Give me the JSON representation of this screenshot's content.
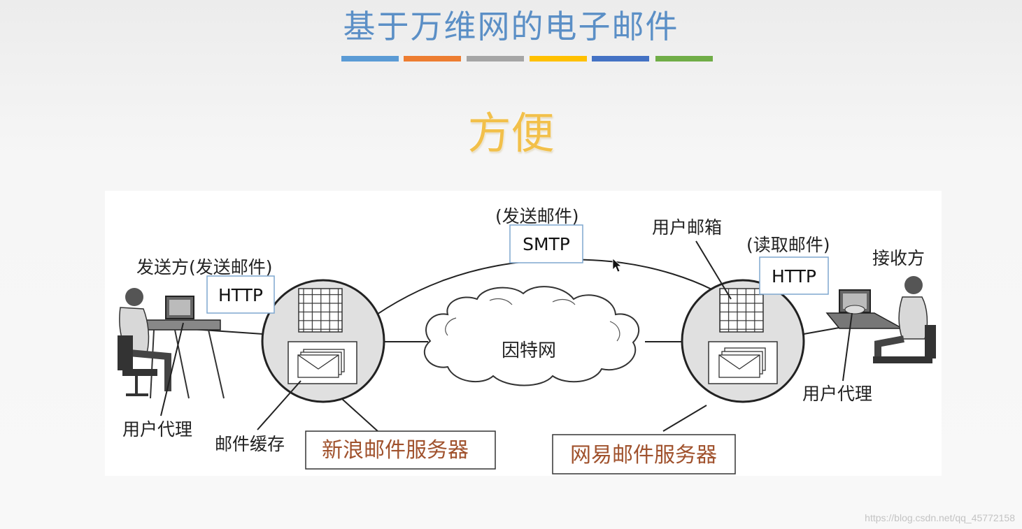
{
  "slide": {
    "title": "基于万维网的电子邮件",
    "subtitle": "方便",
    "watermark": "https://blog.csdn.net/qq_45772158",
    "bar_colors": [
      "#5b9bd5",
      "#ed7d31",
      "#a5a5a5",
      "#ffc000",
      "#4472c4",
      "#70ad47"
    ]
  },
  "diagram": {
    "sender_label": "发送方(发送邮件)",
    "sender_protocol": "HTTP",
    "sender_agent_label": "用户代理",
    "mail_cache_label": "邮件缓存",
    "sender_server_label": "新浪邮件服务器",
    "internet_label": "因特网",
    "transfer_label": "(发送邮件)",
    "transfer_protocol": "SMTP",
    "mailbox_label": "用户邮箱",
    "read_label": "(读取邮件)",
    "receiver_protocol": "HTTP",
    "receiver_label": "接收方",
    "receiver_agent_label": "用户代理",
    "receiver_server_label": "网易邮件服务器"
  }
}
